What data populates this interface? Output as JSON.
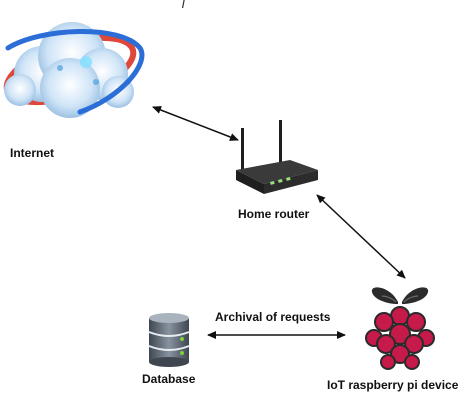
{
  "nodes": {
    "internet": {
      "label": "Internet",
      "icon": "cloud-globe-icon"
    },
    "router": {
      "label": "Home router",
      "icon": "router-icon"
    },
    "database": {
      "label": "Database",
      "icon": "database-icon"
    },
    "iot": {
      "label": "IoT raspberry pi device",
      "icon": "raspberry-pi-icon"
    }
  },
  "edges": [
    {
      "from": "internet",
      "to": "router",
      "label": "",
      "direction": "both"
    },
    {
      "from": "router",
      "to": "iot",
      "label": "",
      "direction": "both"
    },
    {
      "from": "database",
      "to": "iot",
      "label": "Archival of requests",
      "direction": "both"
    }
  ],
  "colors": {
    "text": "#111111",
    "arrow": "#111111",
    "raspberry_red": "#c51a4a",
    "raspberry_leaf": "#2b2b2b",
    "database_body": "#5b6470",
    "router_body": "#2a2a2a",
    "cloud_blue": "#7fb6e6",
    "orbit_red": "#e0473b",
    "orbit_blue": "#2b6ed8"
  }
}
